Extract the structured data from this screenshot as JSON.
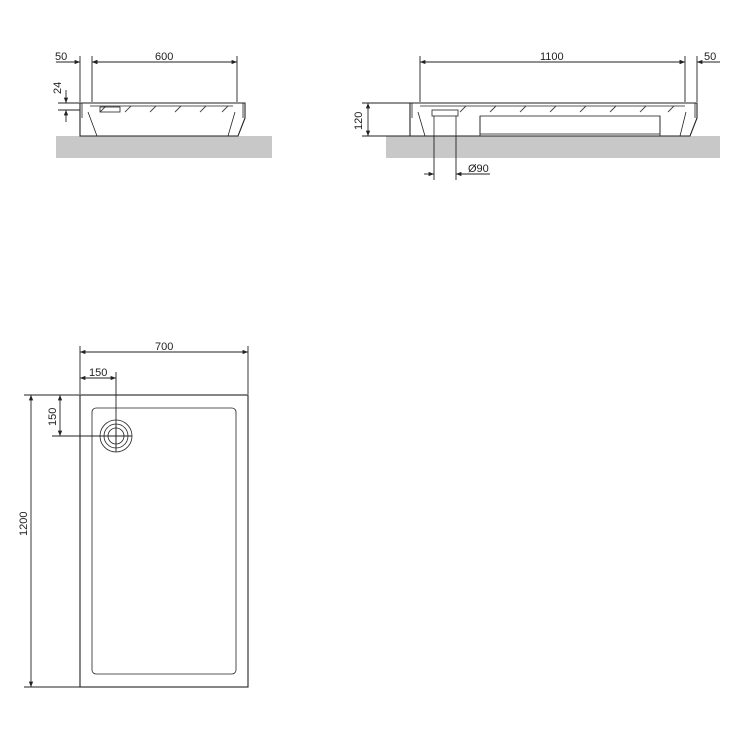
{
  "colors": {
    "line": "#222222",
    "floor": "#c8c8c8",
    "background": "#ffffff"
  },
  "side_view_short": {
    "dim_rim": "50",
    "dim_width": "600",
    "dim_depth": "24"
  },
  "side_view_long": {
    "dim_length": "1100",
    "dim_rim": "50",
    "dim_height": "120",
    "dim_drain": "Ø90"
  },
  "top_view": {
    "dim_width": "700",
    "dim_drain_x": "150",
    "dim_drain_y": "150",
    "dim_length": "1200"
  }
}
